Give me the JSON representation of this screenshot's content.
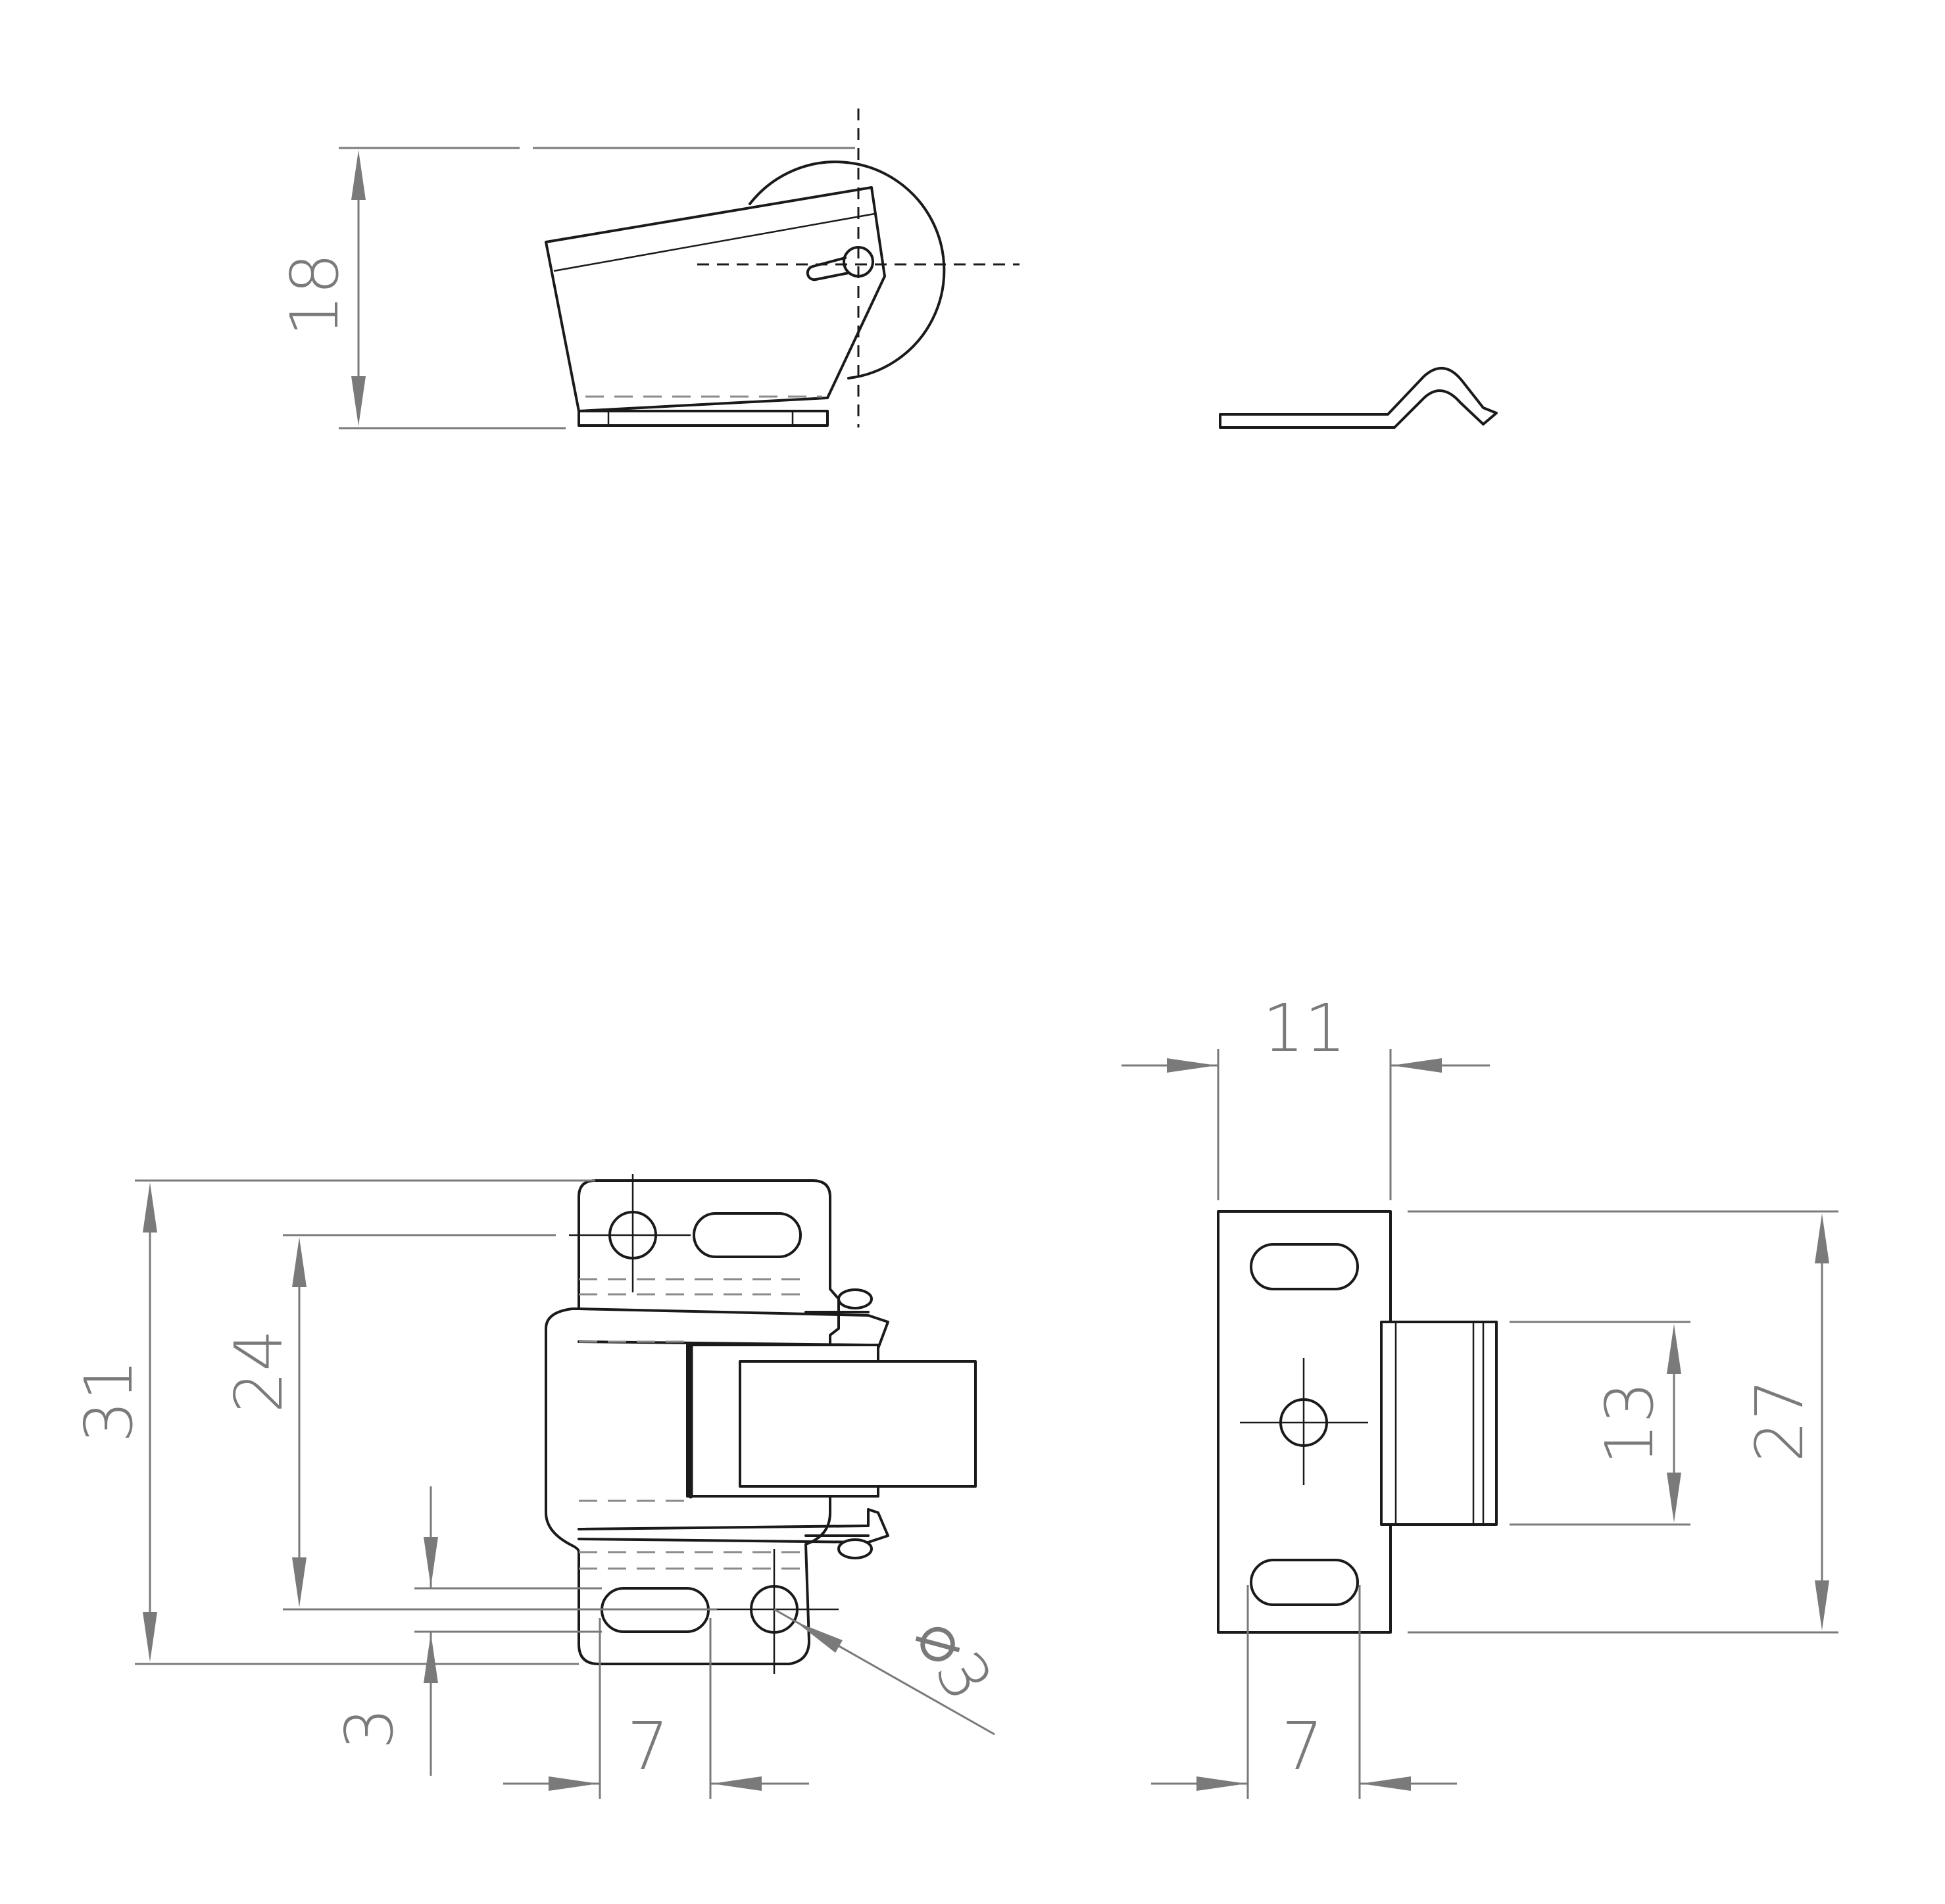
{
  "dimensions": {
    "side_height": "18",
    "plate_height": "31",
    "hole_spacing": "24",
    "edge_offset": "3",
    "slot_pitch_left": "7",
    "hole_diameter": "⌀3",
    "strike_width": "11",
    "strike_height": "27",
    "strike_tongue": "13",
    "strike_slot_pitch": "7"
  }
}
